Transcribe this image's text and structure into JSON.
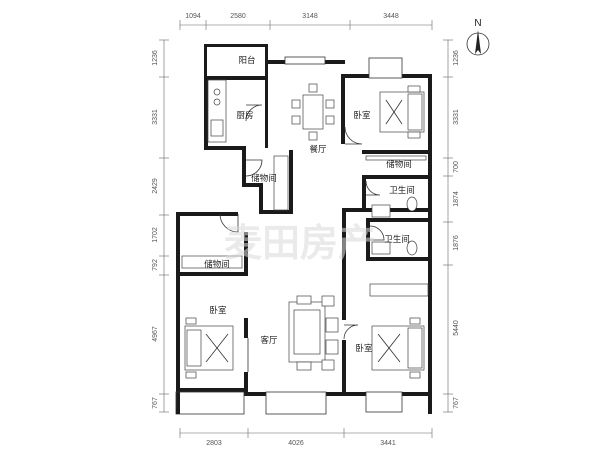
{
  "dimensions": {
    "top": [
      "1094",
      "2580",
      "3148",
      "3448"
    ],
    "bottom": [
      "2803",
      "4026",
      "3441"
    ],
    "left": [
      "1236",
      "3331",
      "2429",
      "1702",
      "792",
      "4967",
      "767"
    ],
    "right": [
      "1236",
      "3331",
      "700",
      "1874",
      "1876",
      "5440",
      "767"
    ]
  },
  "rooms": {
    "balcony": "阳台",
    "kitchen": "厨房",
    "dining": "餐厅",
    "bedroom_ne": "卧室",
    "storage_ne": "储物间",
    "storage_center": "储物间",
    "bath_1": "卫生间",
    "bath_2": "卫生间",
    "storage_w": "储物间",
    "bedroom_w": "卧室",
    "living": "客厅",
    "bedroom_se": "卧室"
  },
  "compass": {
    "label": "N"
  },
  "watermark": "麦田房产",
  "colors": {
    "wall": "#1a1a1a",
    "dimension": "#555555"
  }
}
